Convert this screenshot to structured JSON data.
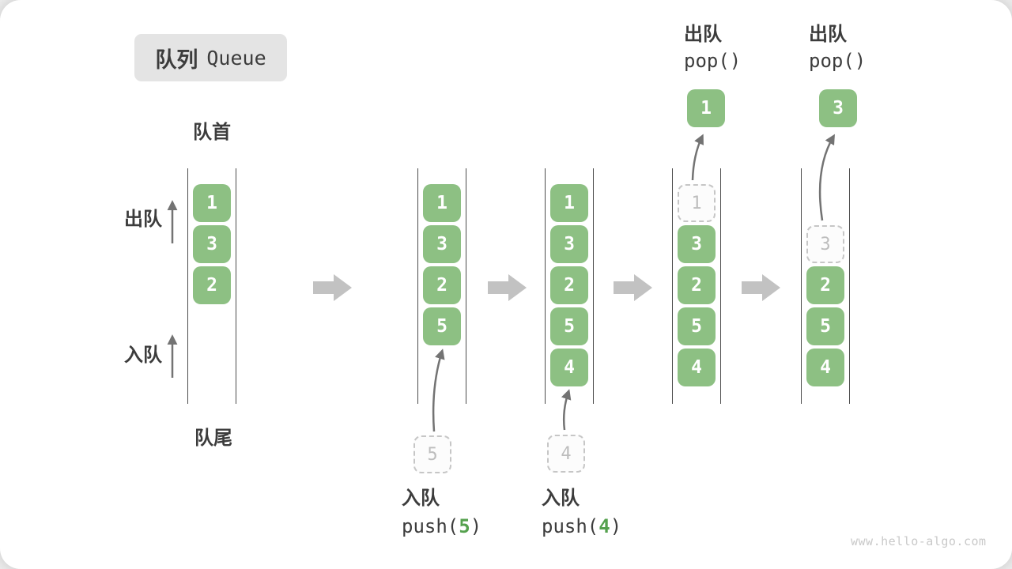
{
  "title": {
    "zh": "队列",
    "en": "Queue"
  },
  "labels": {
    "front": "队首",
    "rear": "队尾",
    "dequeue_side": "出队",
    "enqueue_side": "入队"
  },
  "watermark": "www.hello-algo.com",
  "colors": {
    "cell_green": "#8dc083",
    "cell_text": "#ffffff",
    "ghost_border": "#c6c6c6",
    "ghost_text": "#bdbdbd",
    "column_line": "#4d4d4d",
    "block_arrow_gray": "#c2c2c2",
    "curve_arrow_gray": "#737373",
    "label_text": "#3c3c3c",
    "code_arg_green": "#55a14e",
    "title_bg": "#e4e4e4",
    "watermark_gray": "#c9c9c9"
  },
  "states": [
    {
      "name": "initial",
      "cells": [
        {
          "row": 0,
          "value": "1"
        },
        {
          "row": 1,
          "value": "3"
        },
        {
          "row": 2,
          "value": "2"
        }
      ]
    },
    {
      "name": "after-push-5",
      "cells": [
        {
          "row": 0,
          "value": "1"
        },
        {
          "row": 1,
          "value": "3"
        },
        {
          "row": 2,
          "value": "2"
        },
        {
          "row": 3,
          "value": "5"
        }
      ],
      "op": {
        "type": "enqueue",
        "label": "入队",
        "code_pre": "push(",
        "code_arg": "5",
        "code_post": ")",
        "staged_value": "5"
      }
    },
    {
      "name": "after-push-4",
      "cells": [
        {
          "row": 0,
          "value": "1"
        },
        {
          "row": 1,
          "value": "3"
        },
        {
          "row": 2,
          "value": "2"
        },
        {
          "row": 3,
          "value": "5"
        },
        {
          "row": 4,
          "value": "4"
        }
      ],
      "op": {
        "type": "enqueue",
        "label": "入队",
        "code_pre": "push(",
        "code_arg": "4",
        "code_post": ")",
        "staged_value": "4"
      }
    },
    {
      "name": "after-pop-1",
      "ghost": {
        "row": 0,
        "value": "1"
      },
      "cells": [
        {
          "row": 1,
          "value": "3"
        },
        {
          "row": 2,
          "value": "2"
        },
        {
          "row": 3,
          "value": "5"
        },
        {
          "row": 4,
          "value": "4"
        }
      ],
      "op": {
        "type": "dequeue",
        "label": "出队",
        "code": "pop()",
        "popped_value": "1"
      }
    },
    {
      "name": "after-pop-3",
      "ghost": {
        "row": 1,
        "value": "3"
      },
      "cells": [
        {
          "row": 2,
          "value": "2"
        },
        {
          "row": 3,
          "value": "5"
        },
        {
          "row": 4,
          "value": "4"
        }
      ],
      "op": {
        "type": "dequeue",
        "label": "出队",
        "code": "pop()",
        "popped_value": "3"
      }
    }
  ]
}
